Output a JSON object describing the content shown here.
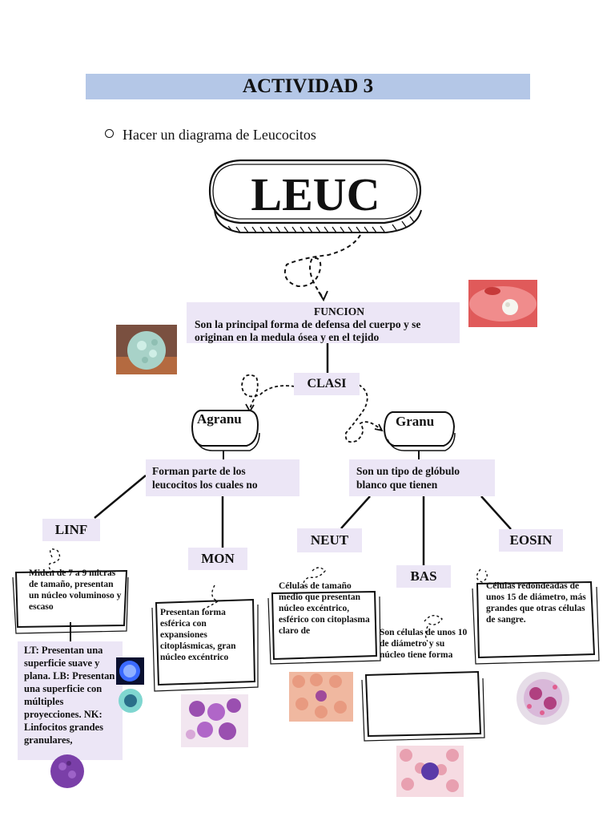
{
  "header": {
    "title": "ACTIVIDAD 3"
  },
  "instruction": {
    "text": "Hacer un diagrama de Leucocitos"
  },
  "diagram": {
    "main": "LEUC",
    "funcion": {
      "heading": "FUNCION",
      "body": "Son la principal forma de defensa del cuerpo y se originan en la medula ósea y en el tejido"
    },
    "clasi": "CLASI",
    "agranu": {
      "label": "Agranu",
      "description": "Forman parte de los leucocitos los cuales no",
      "linf": {
        "label": "LINF",
        "description": "Miden de 7 a 9 micras de tamaño, presentan un núcleo voluminoso y escaso",
        "subtypes": "LT: Presentan una superficie suave y plana. LB: Presentan una superficie con múltiples proyecciones. NK: Linfocitos grandes granulares,"
      },
      "mon": {
        "label": "MON",
        "description": "Presentan forma esférica con expansiones citoplásmicas, gran núcleo excéntrico"
      }
    },
    "granu": {
      "label": "Granu",
      "description": "Son un tipo de glóbulo blanco que tienen",
      "neut": {
        "label": "NEUT",
        "description": "Células de tamaño medio que presentan núcleo excéntrico, esférico con citoplasma claro de"
      },
      "bas": {
        "label": "BAS",
        "description": "Son células de unos 10 de diámetro y su núcleo tiene forma"
      },
      "eosin": {
        "label": "EOSIN",
        "description": "Células redondeadas de unos 15 de diámetro, más grandes que otras células de sangre."
      }
    }
  },
  "colors": {
    "title_bar": "#b4c7e7",
    "box": "#ece6f6"
  }
}
